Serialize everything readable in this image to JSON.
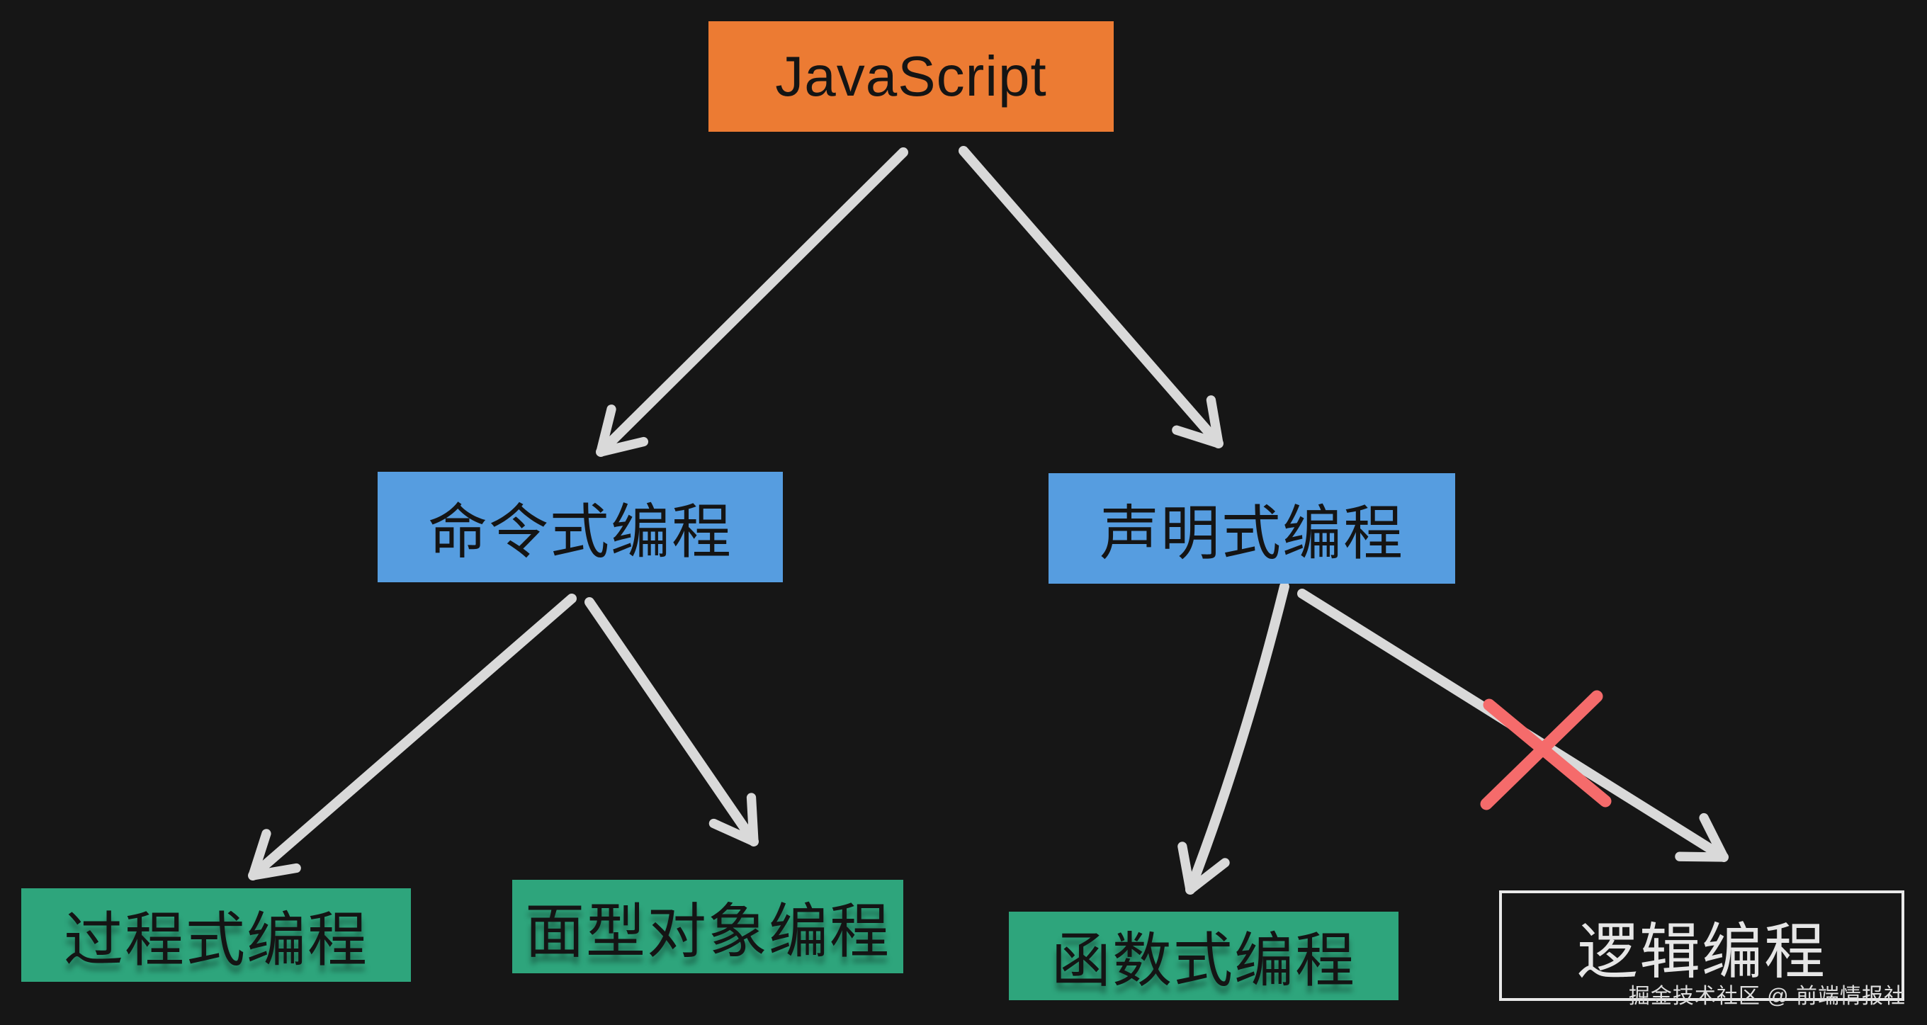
{
  "colors": {
    "background": "#161616",
    "node-orange": "#EC7B33",
    "node-blue": "#569DE0",
    "node-green": "#2EA57C",
    "node-text": "#141414",
    "arrow": "#D9D9D9",
    "cross": "#F56B6B",
    "outline": "#E9E9E9",
    "outline-text": "#E6E6E6",
    "watermark": "#DDDDDD"
  },
  "diagram": {
    "nodes": {
      "javascript": {
        "label": "JavaScript"
      },
      "imperative": {
        "label": "命令式编程"
      },
      "declarative": {
        "label": "声明式编程"
      },
      "procedural": {
        "label": "过程式编程"
      },
      "object_oriented": {
        "label": "面型对象编程"
      },
      "functional": {
        "label": "函数式编程"
      },
      "logic": {
        "label": "逻辑编程"
      }
    },
    "edges": [
      {
        "from": "javascript",
        "to": "imperative",
        "crossed_out": false
      },
      {
        "from": "javascript",
        "to": "declarative",
        "crossed_out": false
      },
      {
        "from": "imperative",
        "to": "procedural",
        "crossed_out": false
      },
      {
        "from": "imperative",
        "to": "object_oriented",
        "crossed_out": false
      },
      {
        "from": "declarative",
        "to": "functional",
        "crossed_out": false
      },
      {
        "from": "declarative",
        "to": "logic",
        "crossed_out": true
      }
    ]
  },
  "watermark": {
    "text": "掘金技术社区 @ 前端情报社"
  }
}
